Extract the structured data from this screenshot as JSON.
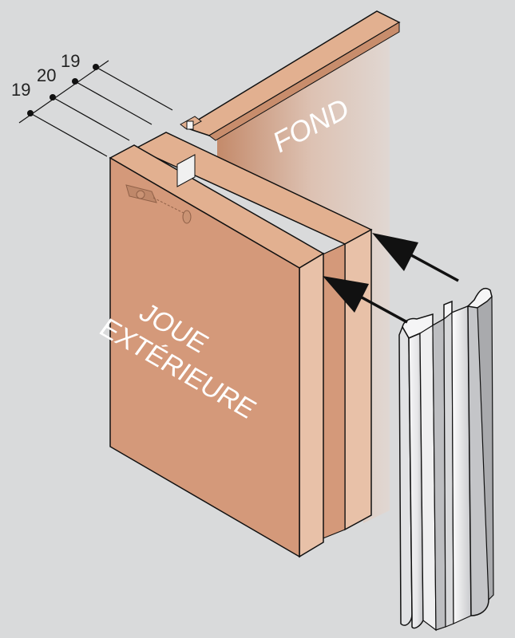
{
  "labels": {
    "fond": "FOND",
    "joue_line1": "JOUE",
    "joue_line2": "EXTÉRIEURE"
  },
  "dimensions": [
    "19",
    "20",
    "19"
  ],
  "colors": {
    "background": "#d9dadb",
    "panel_front": "#d4997a",
    "panel_edge": "#e8c1a8",
    "panel_top": "#e2b090",
    "profile_light": "#f4f4f5",
    "profile_shade": "#c9cacc",
    "outline": "#111111"
  }
}
